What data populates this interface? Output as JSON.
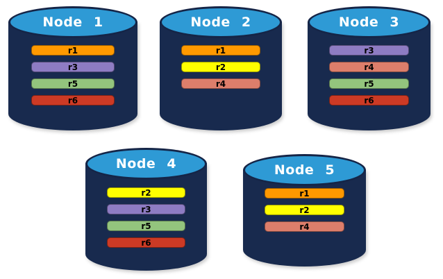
{
  "diagram": {
    "background": "#FFFFFF",
    "colors": {
      "cylinder_body": "#182A4E",
      "cylinder_top": "#2E9AD5",
      "cylinder_outline": "#152547",
      "title_text": "#FFFFFF",
      "bar_text": "#000000"
    },
    "replica_colors": {
      "r1": "#FF9900",
      "r2": "#FFFF00",
      "r3": "#8E7CC3",
      "r4": "#DD7E6B",
      "r5": "#93C47D",
      "r6": "#CC3A25"
    },
    "nodes": [
      {
        "label": "Node 1",
        "replicas": [
          {
            "label": "r1",
            "color": "#FF9900"
          },
          {
            "label": "r3",
            "color": "#8E7CC3"
          },
          {
            "label": "r5",
            "color": "#93C47D"
          },
          {
            "label": "r6",
            "color": "#CC3A25"
          }
        ]
      },
      {
        "label": "Node 2",
        "replicas": [
          {
            "label": "r1",
            "color": "#FF9900"
          },
          {
            "label": "r2",
            "color": "#FFFF00"
          },
          {
            "label": "r4",
            "color": "#DD7E6B"
          }
        ]
      },
      {
        "label": "Node 3",
        "replicas": [
          {
            "label": "r3",
            "color": "#8E7CC3"
          },
          {
            "label": "r4",
            "color": "#DD7E6B"
          },
          {
            "label": "r5",
            "color": "#93C47D"
          },
          {
            "label": "r6",
            "color": "#CC3A25"
          }
        ]
      },
      {
        "label": "Node 4",
        "replicas": [
          {
            "label": "r2",
            "color": "#FFFF00"
          },
          {
            "label": "r3",
            "color": "#8E7CC3"
          },
          {
            "label": "r5",
            "color": "#93C47D"
          },
          {
            "label": "r6",
            "color": "#CC3A25"
          }
        ]
      },
      {
        "label": "Node 5",
        "replicas": [
          {
            "label": "r1",
            "color": "#FF9900"
          },
          {
            "label": "r2",
            "color": "#FFFF00"
          },
          {
            "label": "r4",
            "color": "#DD7E6B"
          }
        ]
      }
    ]
  }
}
